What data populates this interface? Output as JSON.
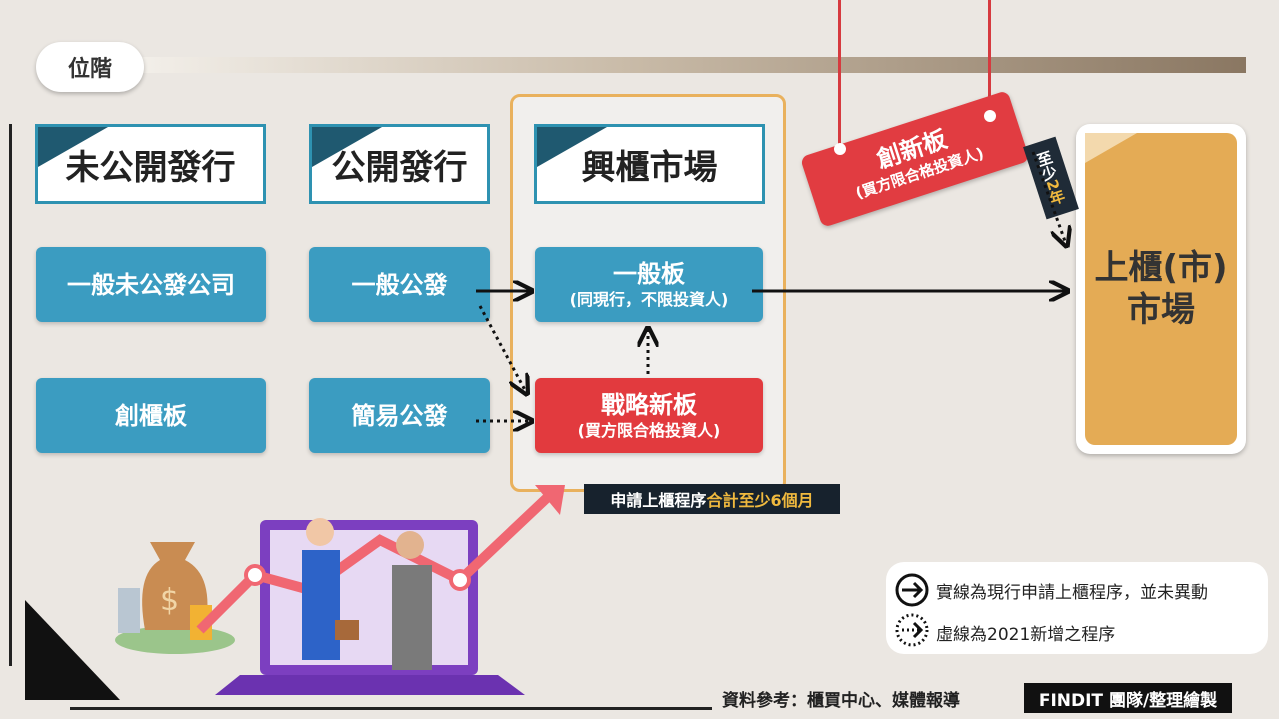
{
  "section_label": "位階",
  "columns": {
    "unlisted": "未公開發行",
    "public": "公開發行",
    "emerging": "興櫃市場"
  },
  "boxes": {
    "general_unlisted": "一般未公發公司",
    "innovation_board": "創櫃板",
    "general_public": "一般公發",
    "simple_public": "簡易公發",
    "general_board": {
      "title": "一般板",
      "sub": "(同現行，不限投資人)"
    },
    "strategic_board": {
      "title": "戰略新板",
      "sub": "(買方限合格投資人)"
    }
  },
  "otc_market": {
    "line1": "上櫃(市)",
    "line2": "市場"
  },
  "innovation_tag": {
    "title": "創新板",
    "sub": "(買方限合格投資人)"
  },
  "two_years": {
    "prefix": "至少",
    "highlight": "2年"
  },
  "note": {
    "prefix": "申請上櫃程序",
    "highlight": "合計至少6個月"
  },
  "legend": {
    "solid": "實線為現行申請上櫃程序，並未異動",
    "dotted": "虛線為2021新增之程序"
  },
  "source": "資料參考：櫃買中心、媒體報導",
  "brand": "FINDIT 團隊/整理繪製",
  "colors": {
    "blue_box": "#3b9cc1",
    "red_box": "#e23a3e",
    "header_border": "#2e92b1",
    "panel_border": "#e9b15d",
    "otc_fill": "#e4ab55",
    "highlight": "#f0b93e"
  }
}
